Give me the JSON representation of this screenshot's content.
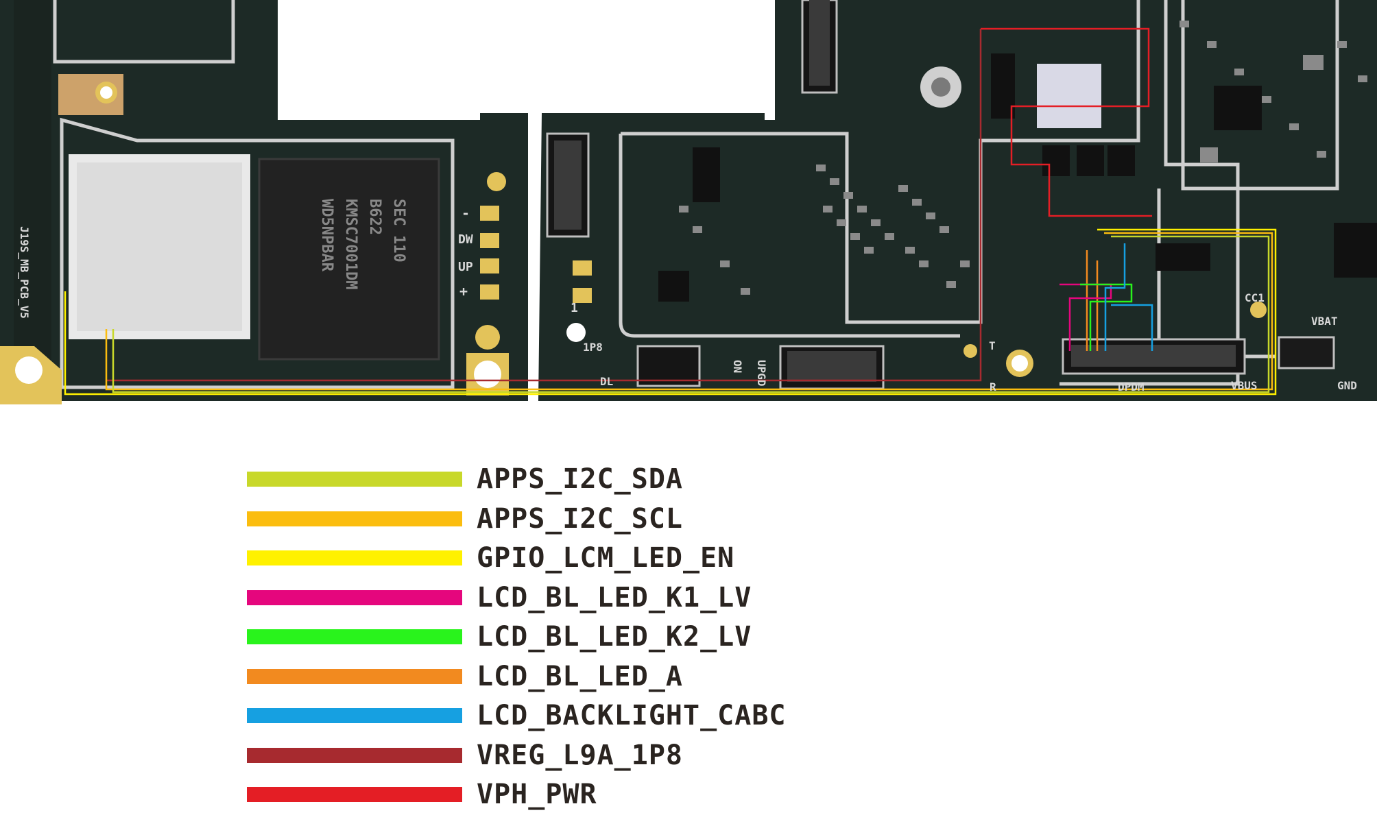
{
  "board": {
    "markings": {
      "pcb_name": "J19S_MB_PCB_V5",
      "mem_line1": "SEC 110",
      "mem_line2": "B622",
      "mem_line3": "KMSC7001DM",
      "mem_line4": "WD5NPBAR",
      "dw": "DW",
      "up": "UP",
      "plus": "+",
      "minus": "-",
      "one": "1",
      "p1p8": "1P8",
      "dl": "DL",
      "on": "ON",
      "upgd": "UPGD",
      "t": "T",
      "r": "R",
      "cc1": "CC1",
      "dpdm": "DPDM",
      "vbus": "VBUS",
      "vbat": "VBAT",
      "gnd": "GND"
    },
    "colors": {
      "pcb": "#1d2a26",
      "pcb_dark": "#141c1a",
      "trace_outline": "#cfcfcf",
      "gold": "#e3c35a"
    }
  },
  "legend": [
    {
      "label": "APPS_I2C_SDA",
      "color": "#c8d82a"
    },
    {
      "label": "APPS_I2C_SCL",
      "color": "#fbbd0f"
    },
    {
      "label": "GPIO_LCM_LED_EN",
      "color": "#fff100"
    },
    {
      "label": "LCD_BL_LED_K1_LV",
      "color": "#e5067d"
    },
    {
      "label": "LCD_BL_LED_K2_LV",
      "color": "#29f31c"
    },
    {
      "label": "LCD_BL_LED_A",
      "color": "#f28a1f"
    },
    {
      "label": "LCD_BACKLIGHT_CABC",
      "color": "#16a0e1"
    },
    {
      "label": "VREG_L9A_1P8",
      "color": "#a72a2f"
    },
    {
      "label": "VPH_PWR",
      "color": "#e41e25"
    }
  ]
}
